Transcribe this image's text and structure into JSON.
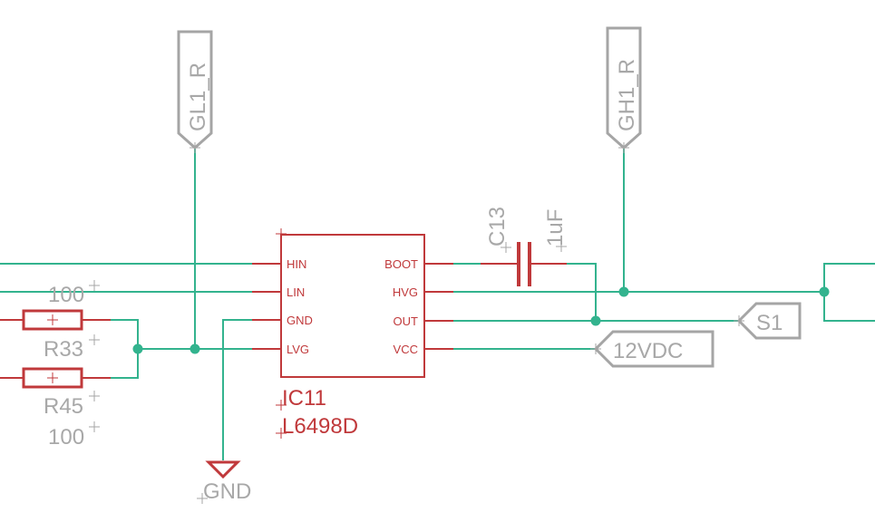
{
  "ic": {
    "name": "IC11",
    "value": "L6498D",
    "pins_left": [
      "HIN",
      "LIN",
      "GND",
      "LVG"
    ],
    "pins_right": [
      "BOOT",
      "HVG",
      "OUT",
      "VCC"
    ]
  },
  "capacitor": {
    "name": "C13",
    "value": "1uF"
  },
  "resistors": [
    {
      "name": "R33",
      "value": "100"
    },
    {
      "name": "R45",
      "value": "100"
    }
  ],
  "net_labels": {
    "gl": "GL1_R",
    "gh": "GH1_R",
    "s1": "S1",
    "vdc": "12VDC",
    "gnd": "GND"
  },
  "colors": {
    "wire": "#33b38e",
    "part": "#c0393b",
    "label": "#a5a5a5"
  }
}
